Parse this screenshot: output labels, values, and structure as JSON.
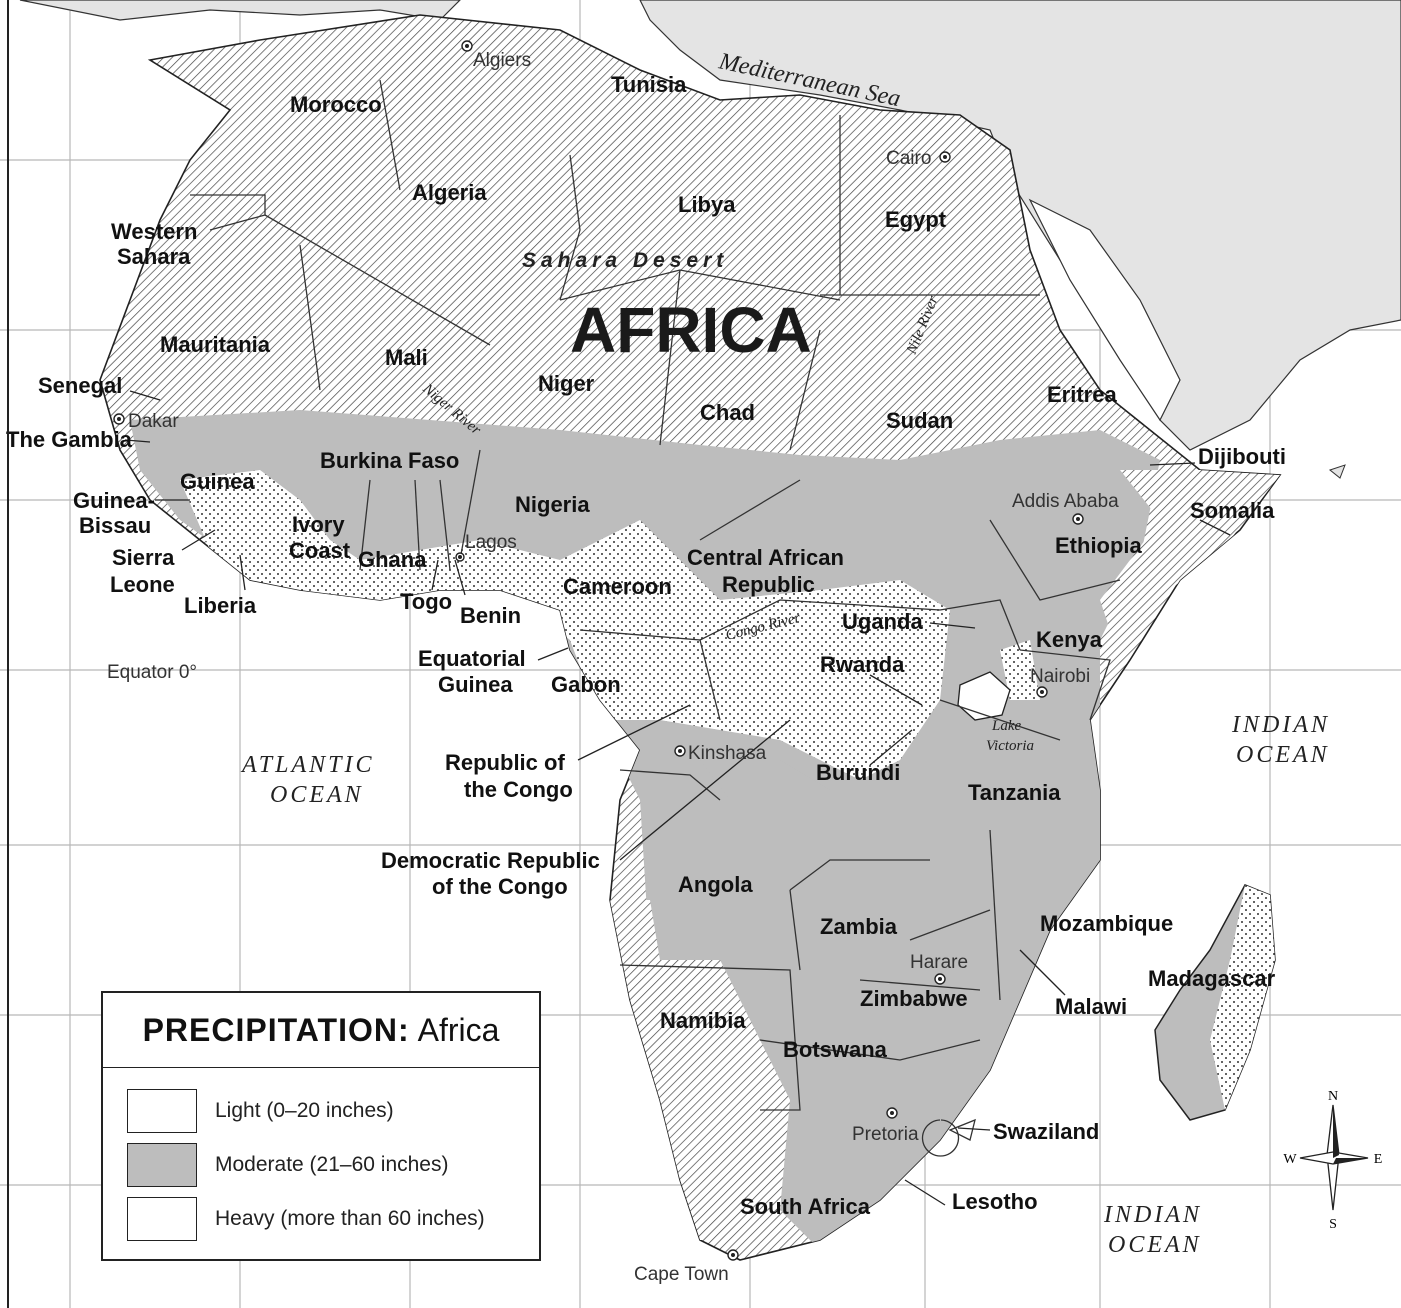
{
  "map": {
    "continent": "AFRICA",
    "desert": "Sahara Desert",
    "sea": "Mediterranean Sea",
    "oceans": {
      "atlantic_1": "ATLANTIC",
      "atlantic_2": "OCEAN",
      "indian_1": "INDIAN",
      "indian_2": "OCEAN"
    },
    "equator": "Equator 0°",
    "rivers": {
      "nile": "Nile River",
      "niger": "Niger River",
      "congo": "Congo River"
    },
    "lake": {
      "line1": "Lake",
      "line2": "Victoria"
    },
    "countries": {
      "morocco": "Morocco",
      "tunisia": "Tunisia",
      "algeria": "Algeria",
      "libya": "Libya",
      "egypt": "Egypt",
      "western_sahara_1": "Western",
      "western_sahara_2": "Sahara",
      "mauritania": "Mauritania",
      "mali": "Mali",
      "niger": "Niger",
      "chad": "Chad",
      "sudan": "Sudan",
      "eritrea": "Eritrea",
      "djibouti": "Dijibouti",
      "somalia": "Somalia",
      "ethiopia": "Ethiopia",
      "senegal": "Senegal",
      "the_gambia": "The Gambia",
      "guinea": "Guinea",
      "guinea_bissau_1": "Guinea-",
      "guinea_bissau_2": "Bissau",
      "sierra_leone_1": "Sierra",
      "sierra_leone_2": "Leone",
      "liberia": "Liberia",
      "ivory_coast_1": "Ivory",
      "ivory_coast_2": "Coast",
      "ghana": "Ghana",
      "togo": "Togo",
      "benin": "Benin",
      "burkina_faso": "Burkina Faso",
      "nigeria": "Nigeria",
      "cameroon": "Cameroon",
      "car_1": "Central African",
      "car_2": "Republic",
      "uganda": "Uganda",
      "kenya": "Kenya",
      "rwanda": "Rwanda",
      "burundi": "Burundi",
      "tanzania": "Tanzania",
      "equatorial_guinea_1": "Equatorial",
      "equatorial_guinea_2": "Guinea",
      "gabon": "Gabon",
      "republic_congo_1": "Republic of",
      "republic_congo_2": "the Congo",
      "drc_1": "Democratic Republic",
      "drc_2": "of the Congo",
      "angola": "Angola",
      "zambia": "Zambia",
      "mozambique": "Mozambique",
      "malawi": "Malawi",
      "madagascar": "Madagascar",
      "zimbabwe": "Zimbabwe",
      "namibia": "Namibia",
      "botswana": "Botswana",
      "south_africa": "South Africa",
      "swaziland": "Swaziland",
      "lesotho": "Lesotho"
    },
    "cities": {
      "algiers": "Algiers",
      "cairo": "Cairo",
      "dakar": "Dakar",
      "lagos": "Lagos",
      "addis_ababa": "Addis Ababa",
      "nairobi": "Nairobi",
      "kinshasa": "Kinshasa",
      "harare": "Harare",
      "pretoria": "Pretoria",
      "cape_town": "Cape Town"
    },
    "compass": {
      "n": "N",
      "s": "S",
      "e": "E",
      "w": "W"
    }
  },
  "legend": {
    "title_bold": "PRECIPITATION:",
    "title_rest": "Africa",
    "items": [
      {
        "label": "Light (0–20 inches)",
        "fill": "#ffffff"
      },
      {
        "label": "Moderate (21–60 inches)",
        "fill": "#bdbdbd"
      },
      {
        "label": "Heavy (more than 60 inches)",
        "fill": "#ffffff"
      }
    ]
  },
  "colors": {
    "moderate": "#bdbdbd",
    "land_other": "#e4e4e4",
    "border": "#333333"
  }
}
